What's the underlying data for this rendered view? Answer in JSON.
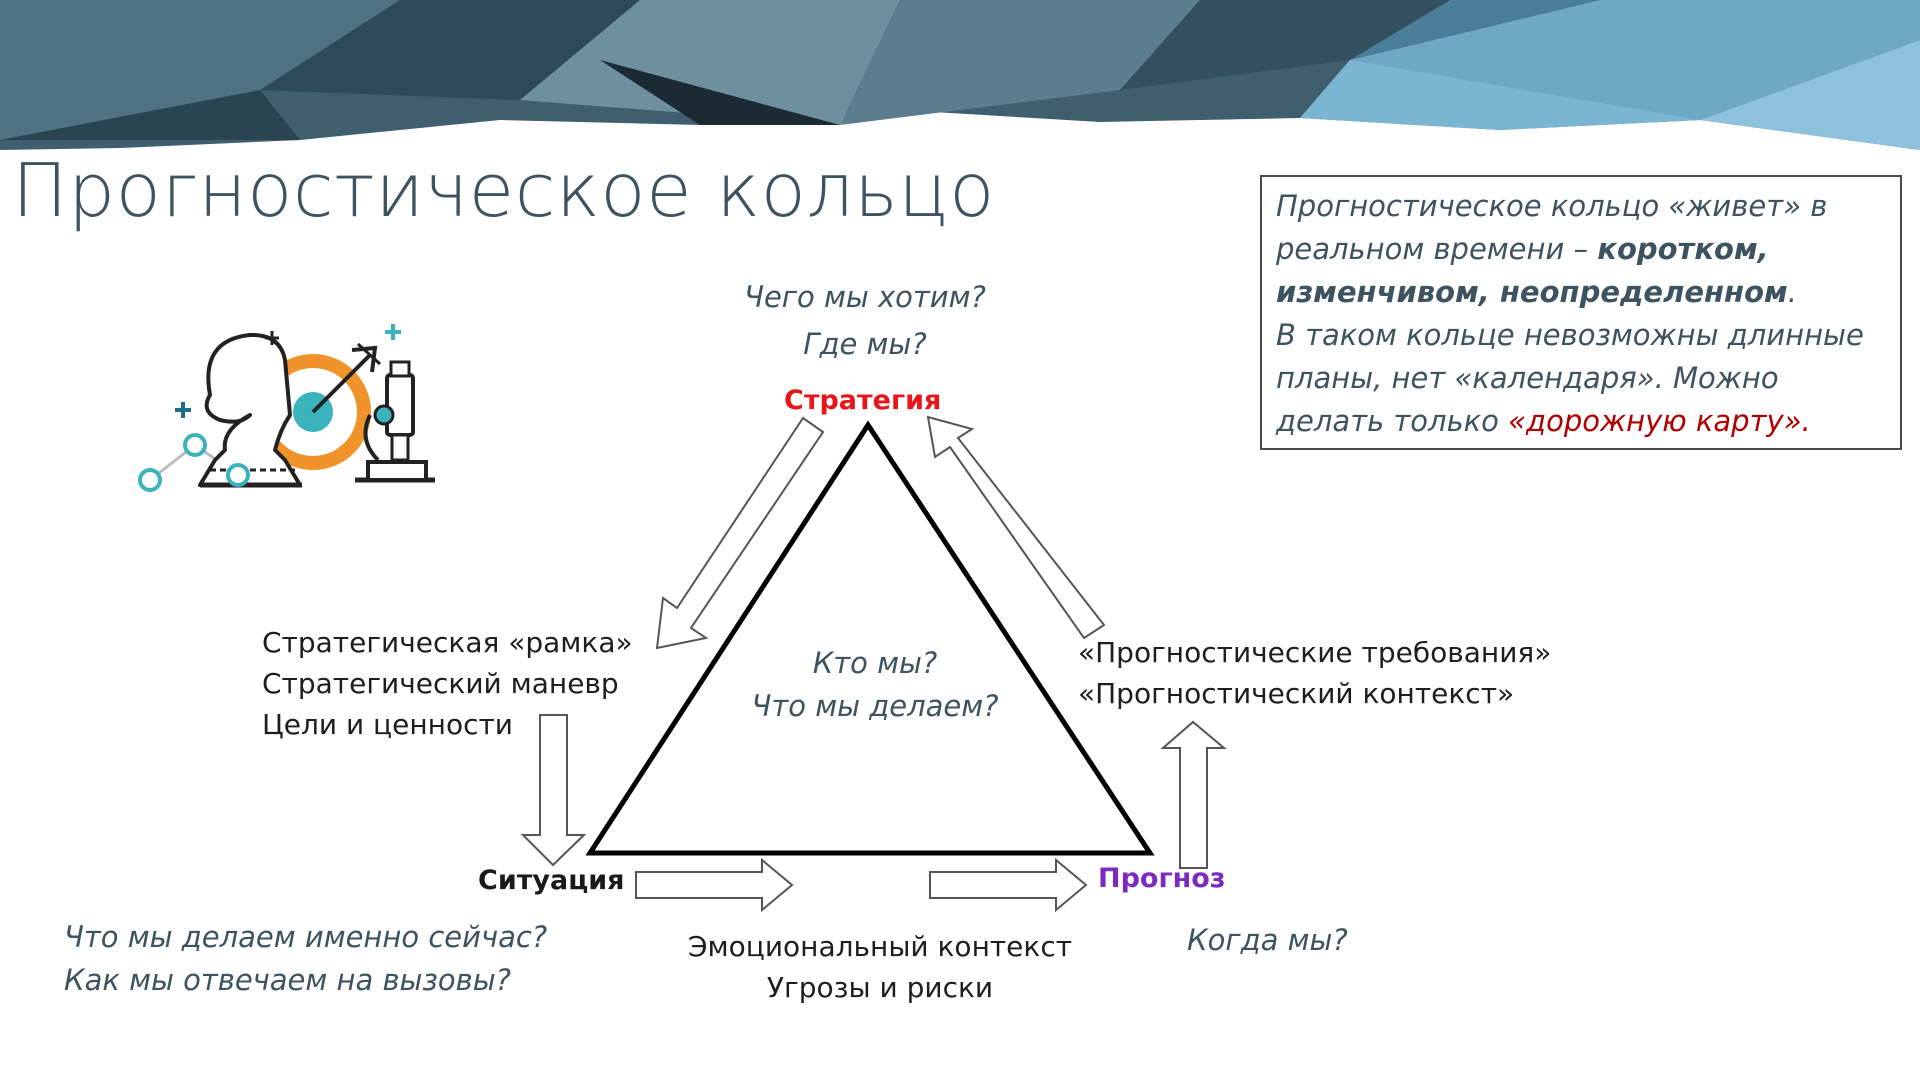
{
  "title": "Прогностическое кольцо",
  "note": {
    "line1": "Прогностическое кольцо «живет» в",
    "line2_plain": "реальном времени – ",
    "line2_bold": "коротком,",
    "line3_bold": "изменчивом, неопределенном",
    "line3_end": ".",
    "line4": "В таком кольце невозможны длинные",
    "line5": "планы, нет «календаря». Можно",
    "line6_plain": "делать только ",
    "line6_red": "«дорожную карту»."
  },
  "nodes": {
    "strategy": "Стратегия",
    "situation": "Ситуация",
    "forecast": "Прогноз"
  },
  "questions": {
    "top": [
      "Чего мы хотим?",
      "Где мы?"
    ],
    "center": [
      "Кто мы?",
      "Что мы делаем?"
    ],
    "bottom_left": [
      "Что мы делаем именно сейчас?",
      "Как мы отвечаем на вызовы?"
    ],
    "bottom_right": "Когда мы?"
  },
  "edges": {
    "left": [
      "Стратегическая «рамка»",
      "Стратегический маневр",
      "Цели и ценности"
    ],
    "right": [
      "«Прогностические требования»",
      "«Прогностический контекст»"
    ],
    "bottom": [
      "Эмоциональный контекст",
      "Угрозы и риски"
    ]
  },
  "colors": {
    "strategy": "#e8161b",
    "forecast": "#7b2cbf",
    "situation": "#1a1a1a",
    "text": "#3e5360",
    "accent_red": "#b00000",
    "icon_orange": "#f0932b",
    "icon_teal": "#3bb3bd"
  },
  "icon": "strategy-chess-target-microscope-icon"
}
